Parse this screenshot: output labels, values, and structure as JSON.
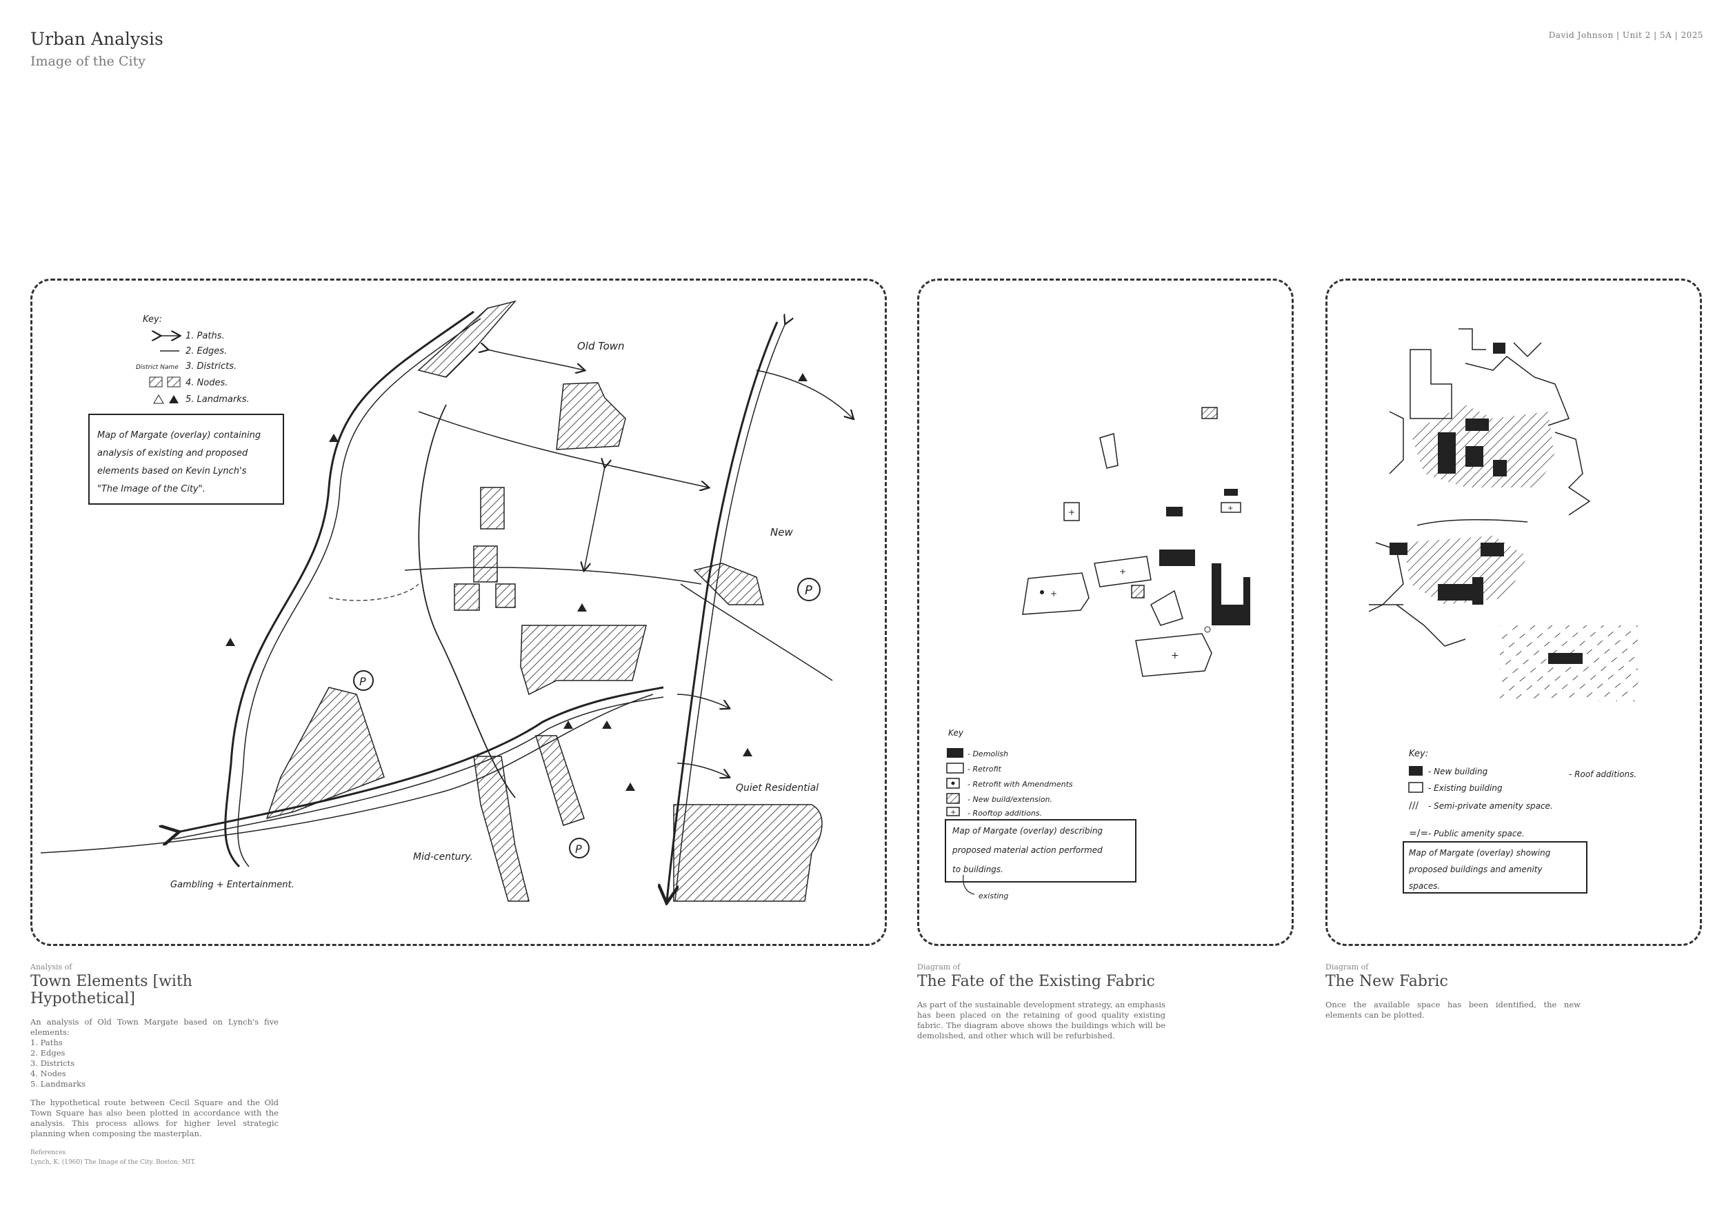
{
  "header": {
    "title": "Urban Analysis",
    "subtitle": "Image of the City",
    "author_line": "David Johnson  |  Unit 2  |  5A  |  2025"
  },
  "panel1": {
    "key_title": "Key:",
    "key_items": [
      "1. Paths.",
      "2. Edges.",
      "3. Districts.",
      "4. Nodes.",
      "5. Landmarks."
    ],
    "key_district_sample": "District Name",
    "note": [
      "Map of Margate (overlay) containing",
      "analysis of existing and proposed",
      "elements based on Kevin Lynch's",
      "\"The Image of the City\"."
    ],
    "labels": {
      "old_town": "Old Town",
      "new": "New",
      "quiet_residential": "Quiet Residential",
      "mid_century": "Mid-century.",
      "gambling": "Gambling + Entertainment."
    },
    "parking": "P"
  },
  "panel2": {
    "key_title": "Key",
    "key_items": [
      "- Demolish",
      "- Retrofit",
      "- Retrofit with Amendments",
      "- New build/extension.",
      "- Rooftop additions."
    ],
    "note": [
      "Map of Margate (overlay) describing",
      "proposed material action performed",
      "to buildings."
    ],
    "existing_label": "existing"
  },
  "panel3": {
    "key_title": "Key:",
    "key_items": [
      "- New building",
      "- Existing building",
      "- Semi-private amenity space.",
      "- Public amenity space."
    ],
    "roof_label": "- Roof additions.",
    "note": [
      "Map of Margate (overlay) showing",
      "proposed buildings and amenity",
      "spaces."
    ]
  },
  "captions": {
    "c1": {
      "kicker": "Analysis of",
      "title": "Town Elements [with Hypothetical]",
      "intro": "An analysis of Old Town Margate based on Lynch's five elements:",
      "list": [
        "1. Paths",
        "2. Edges",
        "3. Districts",
        "4. Nodes",
        "5. Landmarks"
      ],
      "body": "The hypothetical route between Cecil Square and the Old Town Square has also been plotted in accordance with the analysis. This process allows for higher level strategic planning when composing the masterplan.",
      "ref_title": "References",
      "ref": "Lynch, K. (1960) The Image of the City. Boston: MIT."
    },
    "c2": {
      "kicker": "Diagram of",
      "title": "The Fate of the Existing Fabric",
      "body": "As part of the sustainable development strategy, an emphasis has been placed on the retaining of good quality existing fabric. The diagram above shows the buildings which will be demolished, and other which will be refurbished."
    },
    "c3": {
      "kicker": "Diagram of",
      "title": "The New Fabric",
      "body": "Once the available space has been identified, the new elements can be plotted."
    }
  }
}
